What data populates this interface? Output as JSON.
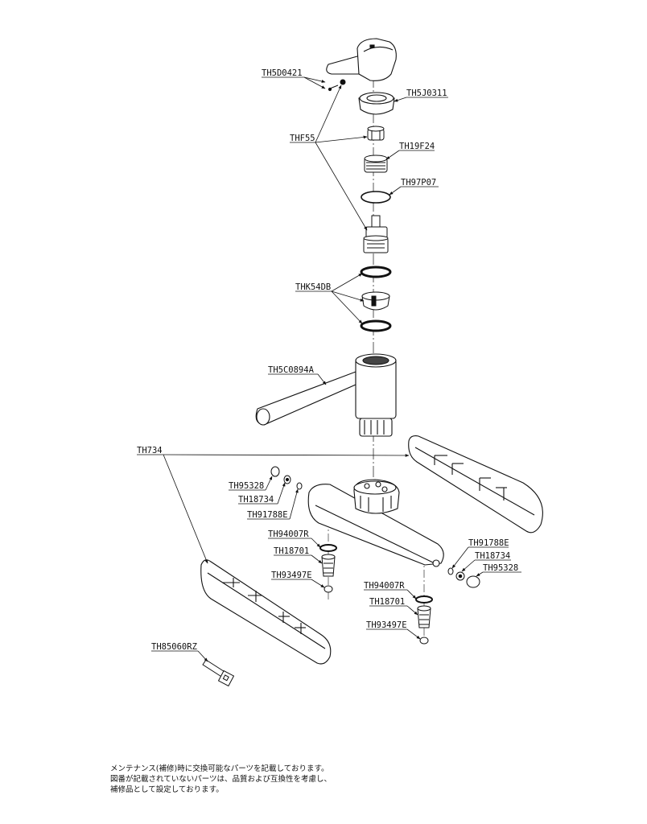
{
  "parts": {
    "th5d0421": "TH5D0421",
    "th5j0311": "TH5J0311",
    "thf55": "THF55",
    "th19f24": "TH19F24",
    "th97p07": "TH97P07",
    "thk54db": "THK54DB",
    "th5c0894a": "TH5C0894A",
    "th734": "TH734",
    "th95328_left": "TH95328",
    "th18734_left": "TH18734",
    "th91788e_left": "TH91788E",
    "th94007r_left": "TH94007R",
    "th18701_left": "TH18701",
    "th93497e_left": "TH93497E",
    "th91788e_right": "TH91788E",
    "th18734_right": "TH18734",
    "th95328_right": "TH95328",
    "th94007r_right": "TH94007R",
    "th18701_right": "TH18701",
    "th93497e_right": "TH93497E",
    "th85060rz": "TH85060RZ"
  },
  "note": {
    "line1": "メンテナンス(補修)時に交換可能なパーツを記載しております。",
    "line2": "図番が記載されていないパーツは、品質および互換性を考慮し、",
    "line3": "補修品として設定しております。"
  }
}
